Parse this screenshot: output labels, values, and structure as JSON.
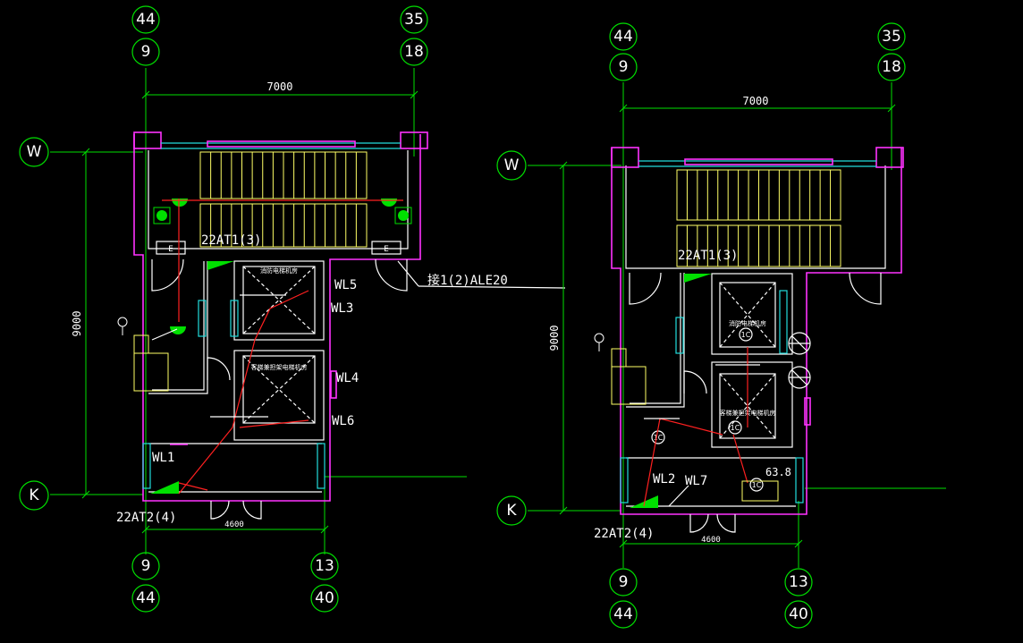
{
  "bubbles": {
    "top_left": [
      "44",
      "9"
    ],
    "top_right": [
      "35",
      "18"
    ],
    "row_top": "W",
    "row_bottom": "K",
    "bottom_left": [
      "9",
      "44"
    ],
    "bottom_right": [
      "13",
      "40"
    ]
  },
  "dimensions": {
    "width_top": "7000",
    "height_side": "9000",
    "width_bottom": "4600"
  },
  "labels": {
    "panel_top": "22AT1(3)",
    "panel_bottom": "22AT2(4)",
    "cable_link": "接1(2)ALE20",
    "wl1": "WL1",
    "wl2": "WL2",
    "wl3": "WL3",
    "wl4": "WL4",
    "wl5": "WL5",
    "wl6": "WL6",
    "wl7": "WL7",
    "fire_room": "消防电梯机房",
    "elevator_room": "客梯兼担架电梯机房",
    "level_mark": "63.8",
    "exit_e": "E",
    "fan_1c": "1C"
  },
  "colors": {
    "background": "#000000",
    "axis": "#00e000",
    "wall": "#ff33ff",
    "stair": "#ffff66",
    "circuit": "#ff2020",
    "window": "#22dddd",
    "text": "#ffffff"
  }
}
